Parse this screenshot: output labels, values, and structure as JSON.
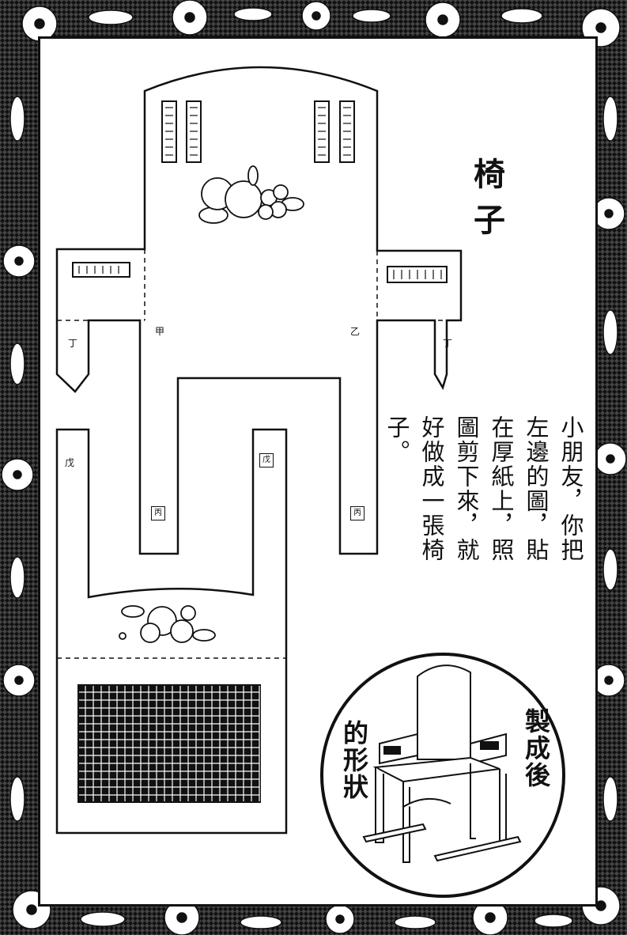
{
  "title": "椅子",
  "instructions": [
    "小朋友，你把",
    "左邊的圖，貼",
    "在厚紙上，照",
    "圖剪下來，就",
    "好做成一張椅",
    "子。"
  ],
  "caption_right": "製成後",
  "caption_left": "的形狀",
  "labels": {
    "jia": "甲",
    "yi": "乙",
    "ding_left": "丁",
    "ding_right": "丁",
    "bing_left": "丙",
    "bing_right": "丙",
    "wu_left": "戊",
    "wu_right": "戊"
  }
}
